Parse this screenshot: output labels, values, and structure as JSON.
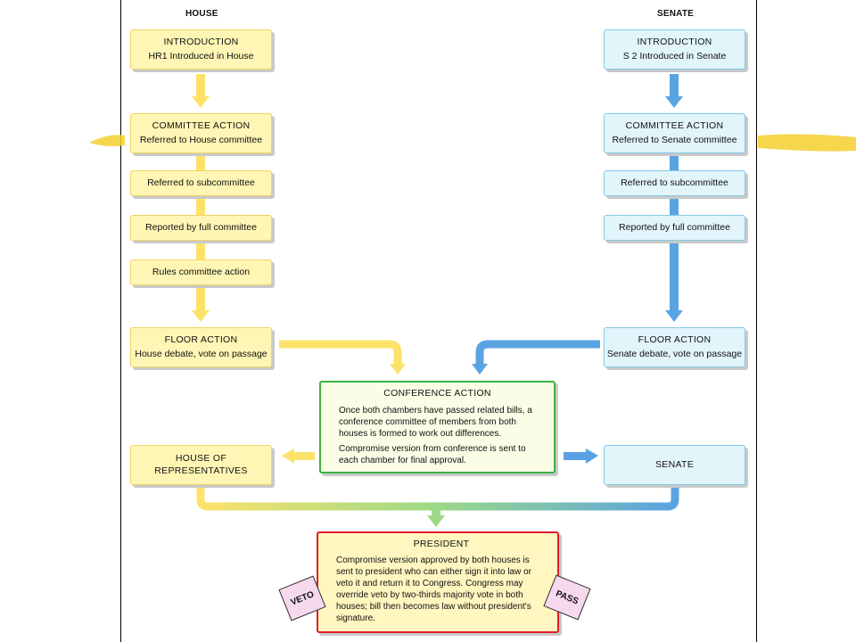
{
  "columns": {
    "house": "HOUSE",
    "senate": "SENATE"
  },
  "house": {
    "intro": {
      "title": "INTRODUCTION",
      "text": "HR1 Introduced in House"
    },
    "committee": {
      "title": "COMMITTEE ACTION",
      "text": "Referred to House committee"
    },
    "subcommittee": "Referred to subcommittee",
    "reported": "Reported by full committee",
    "rules": "Rules committee action",
    "floor": {
      "title": "FLOOR  ACTION",
      "text": "House debate, vote on passage"
    },
    "final": [
      "HOUSE OF",
      "REPRESENTATIVES"
    ]
  },
  "senate": {
    "intro": {
      "title": "INTRODUCTION",
      "text": "S 2 Introduced in Senate"
    },
    "committee": {
      "title": "COMMITTEE ACTION",
      "text": "Referred to Senate committee"
    },
    "subcommittee": "Referred to subcommittee",
    "reported": "Reported by full committee",
    "floor": {
      "title": "FLOOR  ACTION",
      "text": "Senate debate, vote on passage"
    },
    "final": "SENATE"
  },
  "conference": {
    "title": "CONFERENCE ACTION",
    "p1": "Once both chambers have passed related bills, a conference committee of members from both houses is formed to work out differences.",
    "p2": "Compromise version from conference is sent to each chamber for final approval."
  },
  "president": {
    "title": "PRESIDENT",
    "text": "Compromise version approved by both houses is sent to president who can either sign it into law or veto it and return it to Congress. Congress may override veto by two-thirds majority vote in both houses; bill then becomes law without president's signature."
  },
  "stamps": {
    "veto": "VETO",
    "pass": "PASS"
  },
  "colors": {
    "house": "#fde26a",
    "senate": "#5aa3e3",
    "conference": "#3cb043",
    "president": "#e21b2a"
  }
}
